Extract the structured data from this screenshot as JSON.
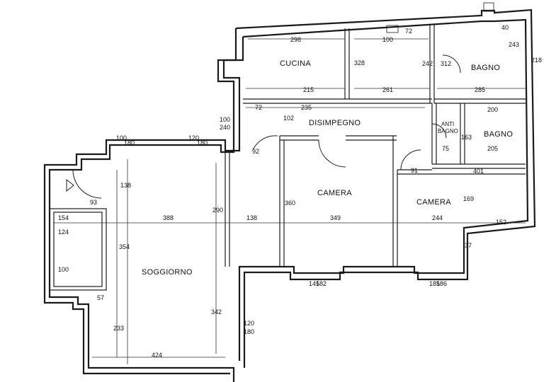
{
  "rooms": {
    "cucina": "CUCINA",
    "bagno1": "BAGNO",
    "disimpegno": "DISIMPEGNO",
    "antibagno_1": "ANTI",
    "antibagno_2": "BAGNO",
    "bagno2": "BAGNO",
    "camera1": "CAMERA",
    "camera2": "CAMERA",
    "soggiorno": "SOGGIORNO"
  },
  "dimensions": {
    "d298": "298",
    "d100a": "100",
    "d72": "72",
    "d243": "243",
    "d218": "218",
    "d328": "328",
    "d242": "242",
    "d312": "312",
    "d215": "215",
    "d261": "261",
    "d285": "285",
    "d72b": "72",
    "d235": "235",
    "d200": "200",
    "d75": "75",
    "d205": "205",
    "d91": "91",
    "d401": "401",
    "d100b": "100",
    "d240": "240",
    "d92": "92",
    "d100c": "100",
    "d180a": "180",
    "d120a": "120",
    "d180b": "180",
    "d93": "93",
    "d154": "154",
    "d388": "388",
    "d138": "138",
    "d349": "349",
    "d244": "244",
    "d152": "152",
    "d138b": "138",
    "d290": "290",
    "d360": "360",
    "d169": "169",
    "d354": "354",
    "d124": "124",
    "d100d": "100",
    "d57": "57",
    "d233": "233",
    "d342": "342",
    "d424": "424",
    "d120b": "120",
    "d180c": "180",
    "d145": "145",
    "d182": "182",
    "d185": "185",
    "d186": "186",
    "d40": "40",
    "d37": "37",
    "d102": "102",
    "d163": "163"
  }
}
